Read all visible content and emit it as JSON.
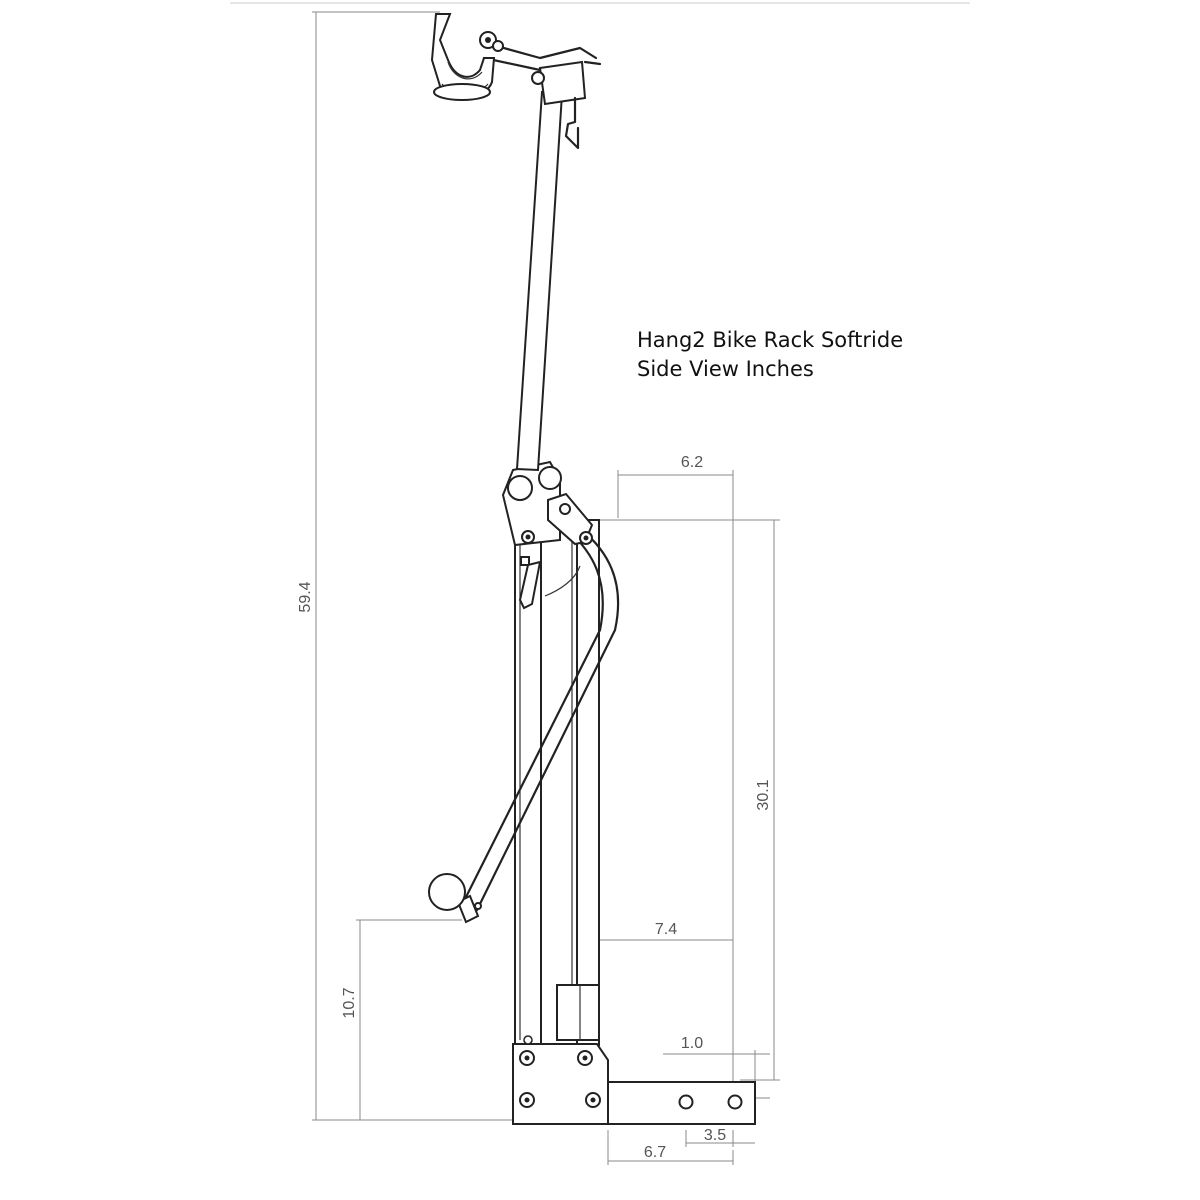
{
  "title": {
    "line1": "Hang2 Bike Rack Softride",
    "line2": "Side View Inches"
  },
  "dimensions": {
    "overall_height": "59.4",
    "mast_offset": "6.2",
    "mast_height": "30.1",
    "handle_height": "10.7",
    "receiver_reach": "7.4",
    "receiver_height": "1.0",
    "hole_spacing": "3.5",
    "receiver_length": "6.7"
  }
}
